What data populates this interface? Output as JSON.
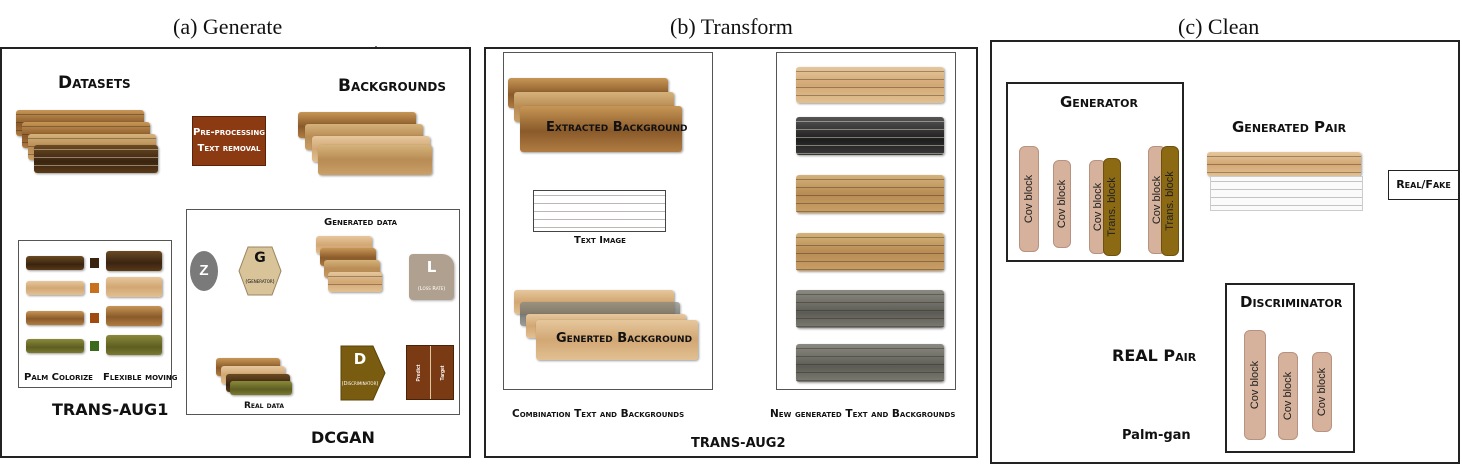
{
  "titles": {
    "a": "(a) Generate",
    "b": "(b) Transform",
    "c": "(c) Clean"
  },
  "panel_a": {
    "datasets": "Datasets",
    "backgrounds": "Backgrounds",
    "preprocess_line1": "Pre-processing",
    "preprocess_line2": "Text removal",
    "palm_colorize": "Palm Colorize",
    "flexible_moving": "Flexible moving",
    "trans_aug1": "TRANS-AUG1",
    "generated_data": "Generated data",
    "z": "Z",
    "g": "G",
    "g_sub": "(Generator)",
    "l": "L",
    "l_sub": "(Loss Rate)",
    "d": "D",
    "d_sub": "(Discriminator)",
    "predict": "Predict",
    "target": "Target",
    "real_data": "Real data",
    "dcgan": "DCGAN"
  },
  "panel_b": {
    "extracted_background": "Extracted Background",
    "text_image": "Text Image",
    "generated_background": "Generted Background",
    "combination": "Combination Text and Backgrounds",
    "new_generated": "New generated Text and Backgrounds",
    "trans_aug2": "TRANS-AUG2"
  },
  "panel_c": {
    "generator": "Generator",
    "generated_pair": "Generated Pair",
    "real_fake": "Real/Fake",
    "discriminator": "Discriminator",
    "real_pair": "REAL Pair",
    "palm_gan": "Palm-gan",
    "cov_block": "Cov block",
    "trans_block": "Trans. block"
  },
  "colors": {
    "cov_block": "#d6b29c",
    "trans_block": "#8c6a14",
    "preprocess_box": "#8b3a12",
    "g_hex": "#d9c49a",
    "d_hex": "#7a5c10",
    "l_box": "#b0a090"
  }
}
